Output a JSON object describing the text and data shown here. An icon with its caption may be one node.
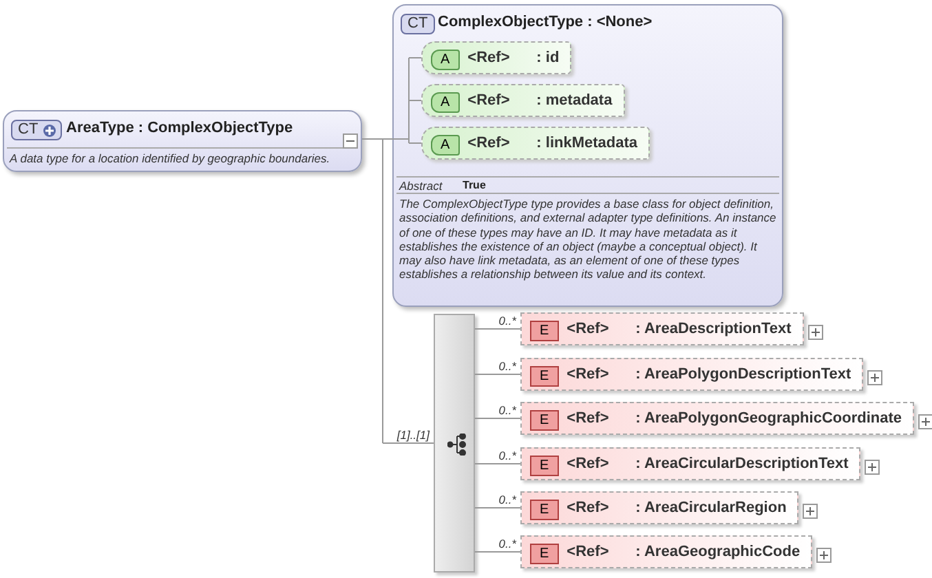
{
  "diagram": {
    "nodes": [
      {
        "text": [
          "CT",
          "AreaType : ComplexObjectType",
          "A data type for a location identified by geographic boundaries."
        ]
      },
      {
        "text": [
          "CT",
          "ComplexObjectType : <None>",
          "Abstract",
          "True",
          "The ComplexObjectType type provides a base class for object definition, association definitions, and external adapter type definitions. An instance of one of these types may have an ID. It may have metadata as it establishes the existence of an object (maybe a conceptual object). It may also have link metadata, as an element of one of these types establishes a relationship between its value and its context."
        ]
      },
      {
        "text": [
          "A",
          "<Ref>",
          ": id"
        ],
        "in": 1
      },
      {
        "text": [
          "A",
          "<Ref>",
          ": metadata"
        ],
        "in": 1
      },
      {
        "text": [
          "A",
          "<Ref>",
          ": linkMetadata"
        ],
        "in": 1
      },
      {
        "text": [],
        "shape": "bar"
      },
      {
        "text": [
          "E",
          "<Ref>",
          ": AreaDescriptionText"
        ]
      },
      {
        "text": [
          "E",
          "<Ref>",
          ": AreaPolygonDescriptionText"
        ]
      },
      {
        "text": [
          "E",
          "<Ref>",
          ": AreaPolygonGeographicCoordinate"
        ]
      },
      {
        "text": [
          "E",
          "<Ref>",
          ": AreaCircularDescriptionText"
        ]
      },
      {
        "text": [
          "E",
          "<Ref>",
          ": AreaCircularRegion"
        ]
      },
      {
        "text": [
          "E",
          "<Ref>",
          ": AreaGeographicCode"
        ]
      }
    ],
    "edges": [
      {
        "from": 0,
        "to": 2,
        "arrow": "none"
      },
      {
        "from": 0,
        "to": 3,
        "arrow": "none"
      },
      {
        "from": 0,
        "to": 4,
        "arrow": "none"
      },
      {
        "from": 0,
        "to": 5,
        "arrow": "none",
        "label": "[1]..[1]"
      },
      {
        "from": 5,
        "to": 6,
        "arrow": "none",
        "label": "0..*"
      },
      {
        "from": 5,
        "to": 7,
        "arrow": "none",
        "label": "0..*"
      },
      {
        "from": 5,
        "to": 8,
        "arrow": "none",
        "label": "0..*"
      },
      {
        "from": 5,
        "to": 9,
        "arrow": "none",
        "label": "0..*"
      },
      {
        "from": 5,
        "to": 10,
        "arrow": "none",
        "label": "0..*"
      },
      {
        "from": 5,
        "to": 11,
        "arrow": "none",
        "label": "0..*"
      }
    ]
  }
}
